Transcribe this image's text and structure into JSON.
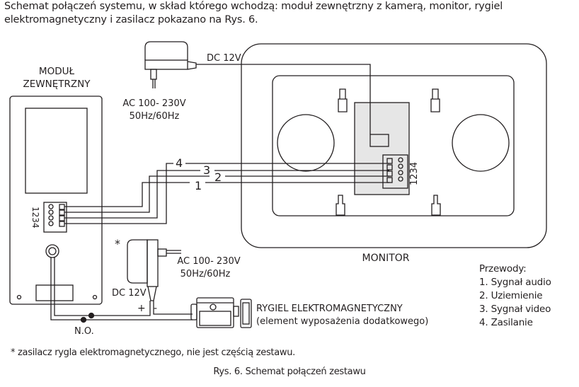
{
  "intro_text": "Schemat połączeń systemu, w skład którego wchodzą: moduł zewnętrzny z kamerą, monitor, rygiel elektromagnetyczny i zasilacz pokazano na Rys. 6.",
  "outdoor_module": {
    "title_line1": "MODUŁ",
    "title_line2": "ZEWNĘTRZNY",
    "terminal_numbers": "1234",
    "no_label": "N.O."
  },
  "monitor": {
    "label": "MONITOR",
    "terminal_numbers": "1234"
  },
  "power_supply_monitor": {
    "output_label": "DC 12V",
    "input_line1": "AC 100- 230V",
    "input_line2": "50Hz/60Hz"
  },
  "power_supply_lock": {
    "asterisk": "*",
    "output_label": "DC 12V",
    "input_line1": "AC 100- 230V",
    "input_line2": "50Hz/60Hz",
    "plus": "+",
    "minus": "-"
  },
  "lock": {
    "label_line1": "RYGIEL ELEKTROMAGNETYCZNY",
    "label_line2": "(element wyposażenia dodatkowego)"
  },
  "wire_numbers": [
    "1",
    "2",
    "3",
    "4"
  ],
  "legend": {
    "title": "Przewody:",
    "items": [
      "1. Sygnał audio",
      "2. Uziemienie",
      "3. Sygnał video",
      "4. Zasilanie"
    ]
  },
  "footnote": "* zasilacz rygla elektromagnetycznego, nie jest częścią zestawu.",
  "caption": "Rys. 6. Schemat połączeń zestawu",
  "colors": {
    "line": "#231f20",
    "panel_fill": "#e6e6e6"
  }
}
